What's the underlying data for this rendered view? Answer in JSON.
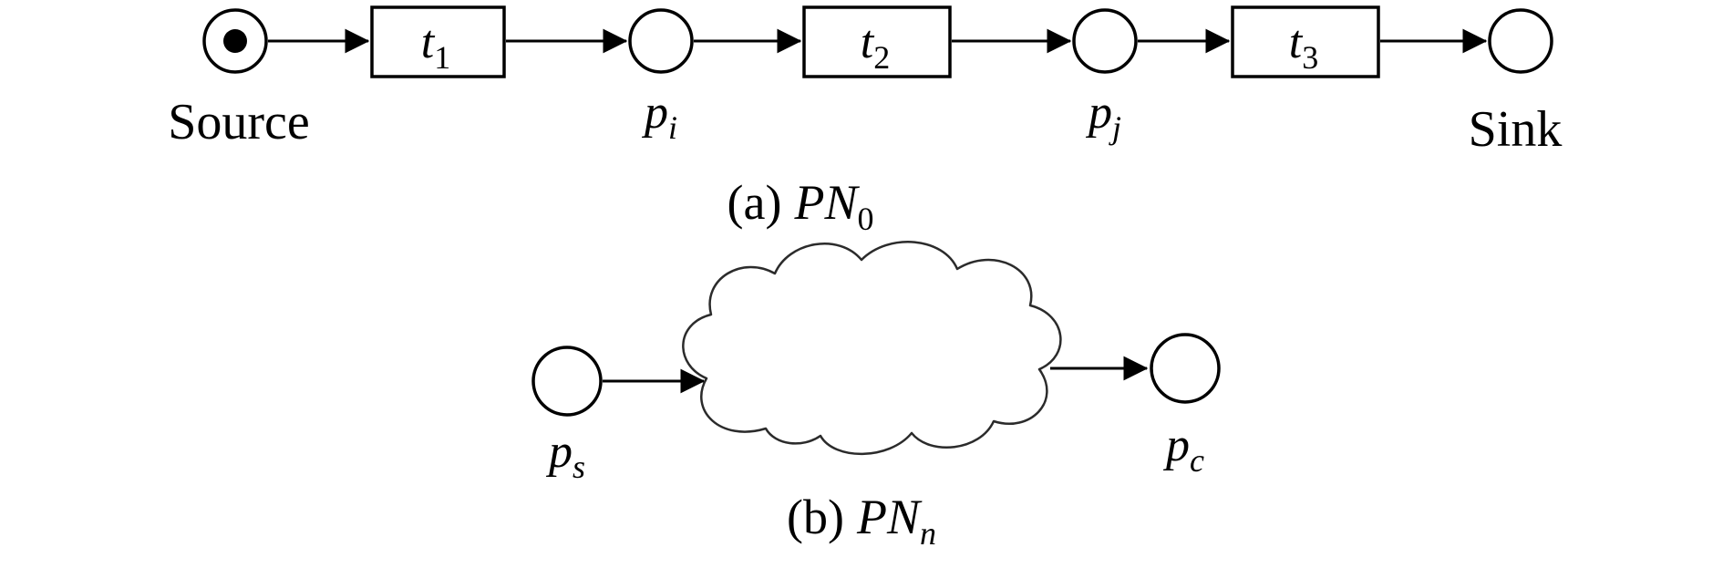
{
  "colors": {
    "ink": "#000000",
    "background": "#ffffff",
    "cloud_outline": "#2b2b2b"
  },
  "figure": {
    "a": {
      "caption": {
        "prefix": "(a)",
        "name": "PN",
        "sub": "0"
      },
      "source": {
        "label": "Source"
      },
      "sink": {
        "label": "Sink"
      },
      "transitions": [
        {
          "base": "t",
          "sub": "1"
        },
        {
          "base": "t",
          "sub": "2"
        },
        {
          "base": "t",
          "sub": "3"
        }
      ],
      "places": [
        {
          "base": "p",
          "sub": "i"
        },
        {
          "base": "p",
          "sub": "j"
        }
      ]
    },
    "b": {
      "caption": {
        "prefix": "(b)",
        "name": "PN",
        "sub": "n"
      },
      "place_left": {
        "base": "p",
        "sub": "s"
      },
      "place_right": {
        "base": "p",
        "sub": "c"
      }
    }
  }
}
